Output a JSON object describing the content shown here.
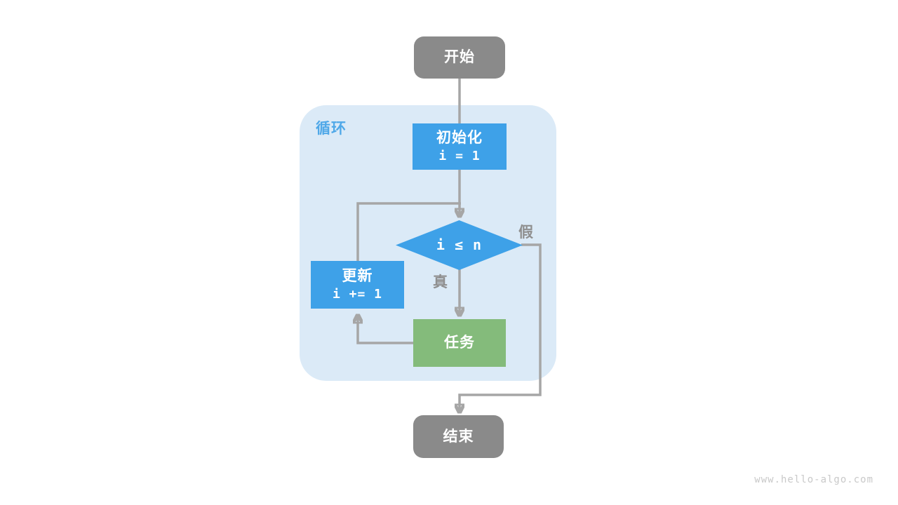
{
  "diagram": {
    "title_watermark": "www.hello-algo.com",
    "loop_container_label": "循环",
    "nodes": {
      "start": {
        "label": "开始",
        "type": "terminal"
      },
      "init": {
        "label": "初始化",
        "code": "i = 1",
        "type": "process"
      },
      "condition": {
        "label": "i ≤ n",
        "type": "decision"
      },
      "update": {
        "label": "更新",
        "code": "i += 1",
        "type": "process"
      },
      "task": {
        "label": "任务",
        "type": "process"
      },
      "end": {
        "label": "结束",
        "type": "terminal"
      }
    },
    "edge_labels": {
      "true_branch": "真",
      "false_branch": "假"
    },
    "colors": {
      "process_blue": "#3EA1E8",
      "task_green": "#84BB7B",
      "terminal_gray": "#8A8A8A",
      "loop_container_fill": "#DBEAF7",
      "loop_label_blue": "#4FA8E8",
      "connector_gray": "#A6A6A6",
      "edge_label_gray": "#8F8F8F",
      "watermark_gray": "#C9C9C9"
    }
  }
}
